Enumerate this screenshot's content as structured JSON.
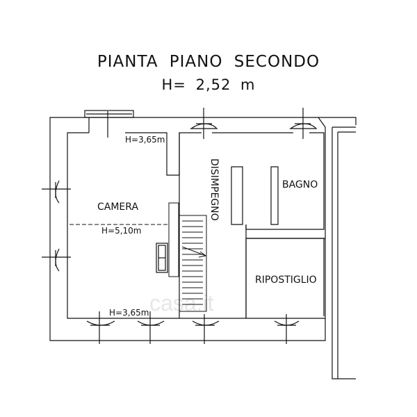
{
  "title": "PIANTA PIANO SECONDO",
  "subtitle": "H= 2,52 m",
  "rooms": {
    "camera": "CAMERA",
    "bagno": "BAGNO",
    "disimpegno": "DISIMPEGNO",
    "ripostiglio": "RIPOSTIGLIO"
  },
  "heights": {
    "top": "H=3,65m",
    "middle": "H=5,10m",
    "bottom": "H=3,65m"
  },
  "watermark": "casa.it"
}
